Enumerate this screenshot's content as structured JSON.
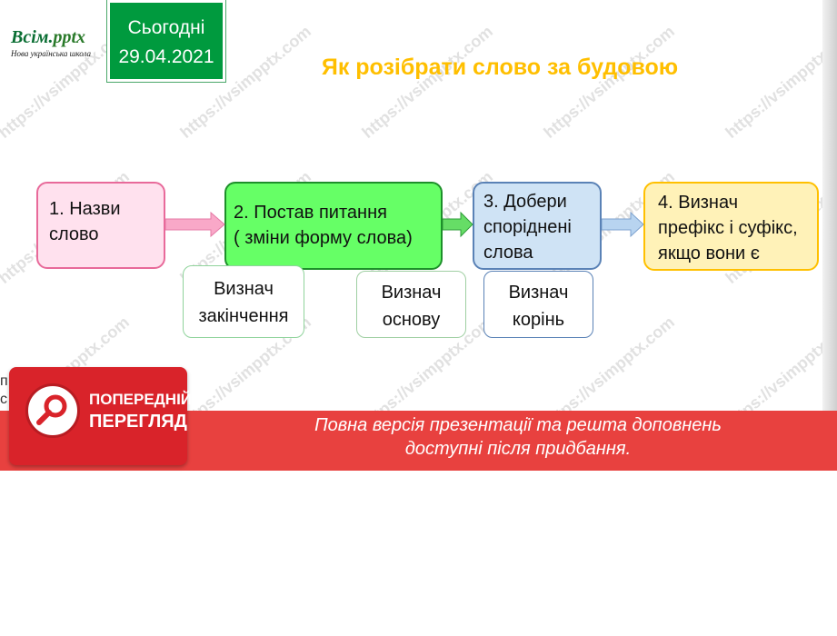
{
  "header": {
    "logo_main": "Всім.",
    "logo_suffix": "pptx",
    "logo_sub": "Нова українська школа",
    "date_label": "Сьогодні",
    "date_value": "29.04.2021"
  },
  "title": "Як розібрати слово за будовою",
  "steps": [
    {
      "line1": "1. Назви",
      "line2": "слово"
    },
    {
      "line1": "2. Постав питання",
      "line2": "( зміни форму слова)"
    },
    {
      "line1": "3. Добери",
      "line2": "споріднені",
      "line3": "слова"
    },
    {
      "line1": "4. Визнач",
      "line2": "префікс і суфікс,",
      "line3": "якщо вони є"
    }
  ],
  "sub_boxes": [
    {
      "line1": "Визнач",
      "line2": "закінчення"
    },
    {
      "line1": "Визнач",
      "line2": "основу"
    },
    {
      "line1": "Визнач",
      "line2": "корінь"
    }
  ],
  "left_fragment": {
    "line1": "п",
    "line2": "с"
  },
  "watermark": "https://vsimpptx.com",
  "preview_badge": {
    "line1": "ПОПЕРЕДНІЙ",
    "line2": "ПЕРЕГЛЯД"
  },
  "bottom_notice": {
    "line1": "Повна версія презентації та решта доповнень",
    "line2": "доступні після придбання."
  },
  "colors": {
    "date_bg": "#009a3e",
    "title": "#ffbf00",
    "step1": "#ffe1ee",
    "step2": "#66ff66",
    "step3": "#cfe3f5",
    "step4": "#fff2b8",
    "bottom_bar": "#e8413f",
    "badge": "#d9232a"
  }
}
